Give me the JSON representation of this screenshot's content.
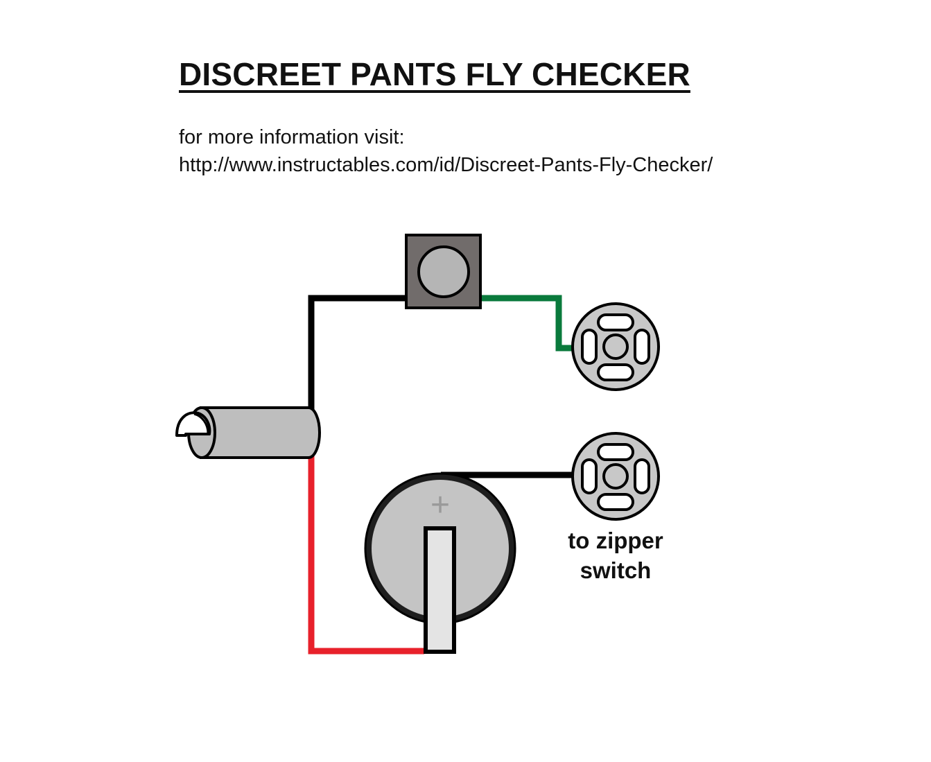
{
  "title": "DISCREET PANTS FLY CHECKER",
  "info": {
    "line1": "for more information visit:",
    "line2": "http://www.instructables.com/id/Discreet-Pants-Fly-Checker/"
  },
  "battery": {
    "plus_symbol": "+"
  },
  "snap_label": {
    "line1": "to zipper",
    "line2": "switch"
  },
  "colors": {
    "wire_black": "#000000",
    "wire_green": "#0a7a3c",
    "wire_red": "#e8212b",
    "button_body": "#716c6b",
    "component_gray": "#bebebe",
    "snap_gray": "#c8c8c8"
  },
  "components": [
    "vibration-motor",
    "push-button",
    "coin-cell-battery",
    "snap-fastener-top",
    "snap-fastener-bottom"
  ]
}
